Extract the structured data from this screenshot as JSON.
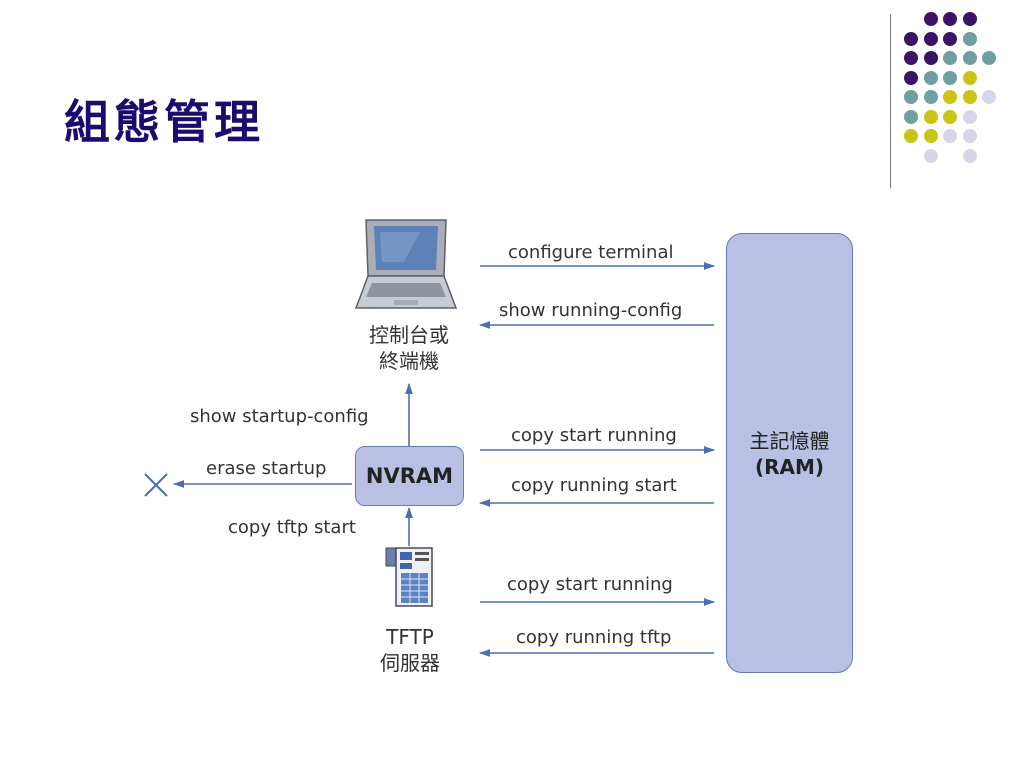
{
  "slide": {
    "title": "組態管理"
  },
  "diagram": {
    "ram": {
      "line1": "主記憶體",
      "line2": "(RAM)"
    },
    "nvram": "NVRAM",
    "terminal": {
      "line1": "控制台或",
      "line2": "終端機"
    },
    "tftp": {
      "line1": "TFTP",
      "line2": "伺服器"
    },
    "commands": {
      "configure_terminal": "configure terminal",
      "show_running": "show running-config",
      "show_startup": "show startup-config",
      "copy_start_running_1": "copy start running",
      "copy_running_start": "copy running start",
      "erase_startup": "erase startup",
      "copy_tftp_start": "copy tftp start",
      "copy_start_running_2": "copy start running",
      "copy_running_tftp": "copy running tftp"
    }
  },
  "colors": {
    "title": "#1c0a6e",
    "ram_fill": "#b9c0e4",
    "arrow": "#4a6fb5",
    "dot_purple": "#3b1466",
    "dot_teal": "#6f9fa0",
    "dot_yellow": "#c9c516",
    "dot_lavender": "#d6d6ea"
  }
}
